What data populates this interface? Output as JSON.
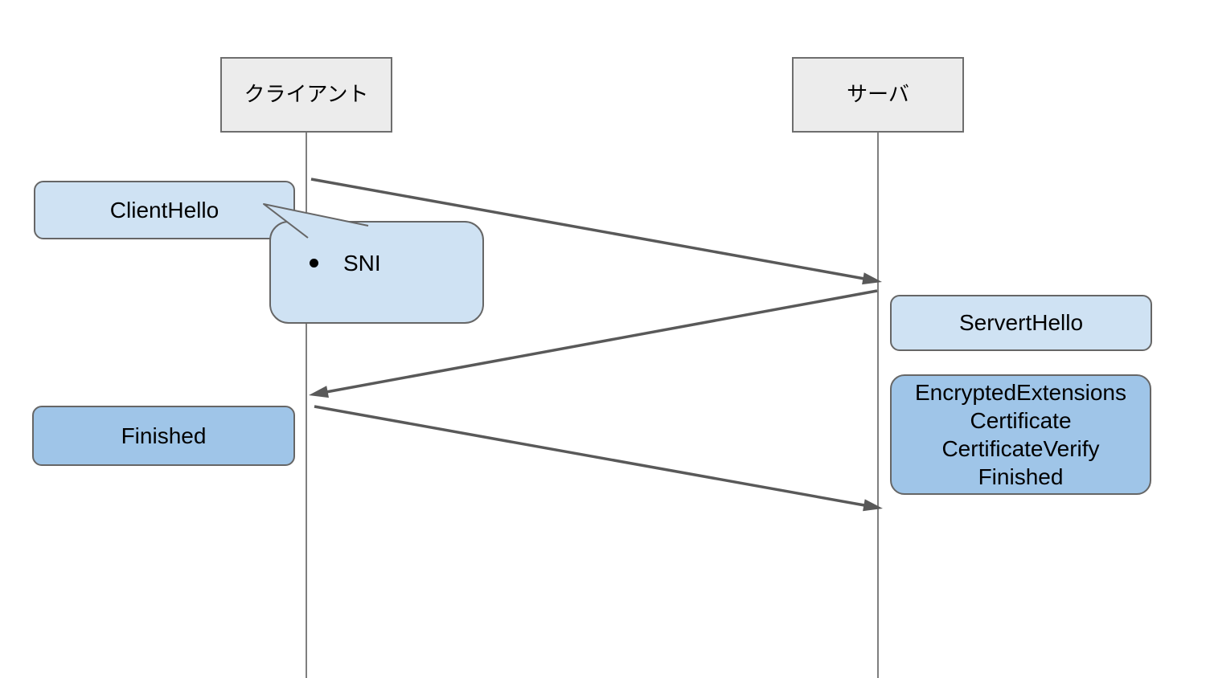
{
  "diagram": {
    "type": "sequence-diagram",
    "actors": [
      {
        "id": "client",
        "label": "クライアント"
      },
      {
        "id": "server",
        "label": "サーバ"
      }
    ],
    "annotations": {
      "client_hello": {
        "label": "ClientHello",
        "style": "light-blue"
      },
      "sni_note": {
        "items": [
          "SNI"
        ],
        "style": "light-blue-callout",
        "points_to": "client_hello"
      },
      "server_hello": {
        "label": "ServertHello",
        "style": "light-blue"
      },
      "server_flight": {
        "lines": [
          "EncryptedExtensions",
          "Certificate",
          "CertificateVerify",
          "Finished"
        ],
        "style": "medium-blue"
      },
      "client_finished": {
        "label": "Finished",
        "style": "medium-blue"
      }
    },
    "arrows": [
      {
        "from": "client",
        "to": "server",
        "note": "ClientHello (SNI)"
      },
      {
        "from": "server",
        "to": "client",
        "note": "ServertHello / EncryptedExtensions, Certificate, CertificateVerify, Finished"
      },
      {
        "from": "client",
        "to": "server",
        "note": "Finished"
      }
    ],
    "colors": {
      "actor_fill": "#ececec",
      "note_light_blue": "#cfe2f3",
      "note_medium_blue": "#9fc5e8",
      "box_border": "#666666",
      "arrow": "#595959",
      "lifeline": "#7f7f7f",
      "text": "#000000",
      "background": "#ffffff"
    }
  }
}
